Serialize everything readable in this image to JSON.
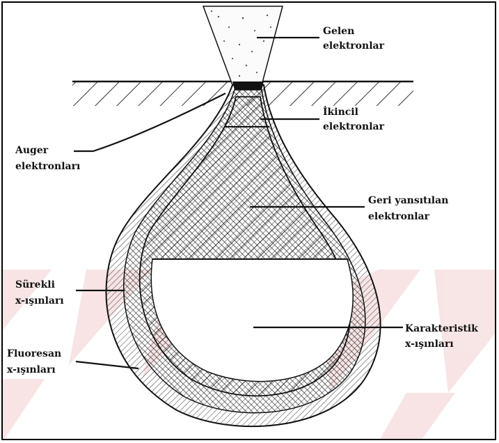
{
  "labels": {
    "gelen_line1": "Gelen",
    "gelen_line2": "elektronlar",
    "ikincil_line1": "İkincil",
    "ikincil_line2": "elektronlar",
    "auger_line1": "Auger",
    "auger_line2": "elektronları",
    "geri_line1": "Geri yansıtılan",
    "geri_line2": "elektronlar",
    "surekli_line1": "Sürekli",
    "surekli_line2": "x-ışınları",
    "karakteristik_line1": "Karakteristik",
    "karakteristik_line2": "x-ışınları",
    "fluoresan_line1": "Fluoresan",
    "fluoresan_line2": "x-ışınları"
  },
  "colors": {
    "ink": "#111111",
    "watermark": "#f6dede"
  }
}
